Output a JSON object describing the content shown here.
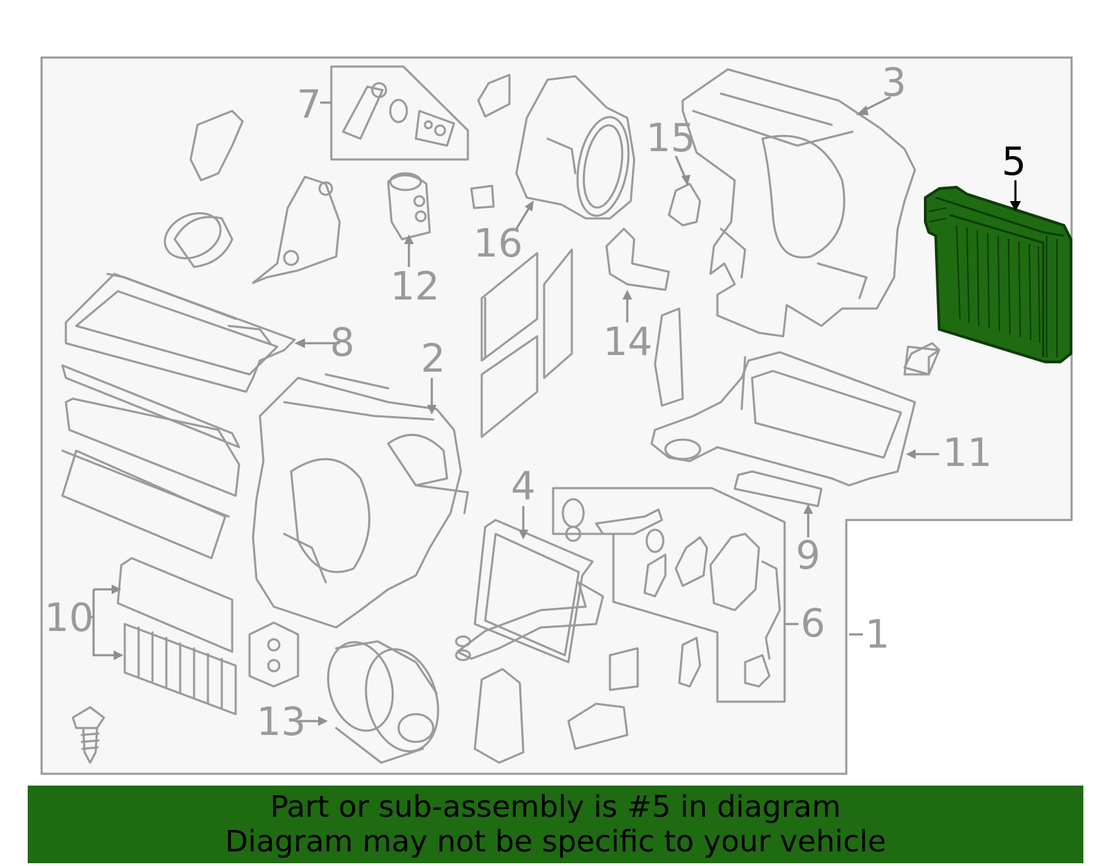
{
  "callouts": {
    "c1": "1",
    "c2": "2",
    "c3": "3",
    "c4": "4",
    "c5": "5",
    "c6": "6",
    "c7": "7",
    "c8": "8",
    "c9": "9",
    "c10": "10",
    "c11": "11",
    "c12": "12",
    "c13": "13",
    "c14": "14",
    "c15": "15",
    "c16": "16"
  },
  "highlight": {
    "part": "5",
    "color": "#1f6b12"
  },
  "banner": {
    "line1": "Part or sub-assembly is #5 in diagram",
    "line2": "Diagram may not be specific to your vehicle"
  }
}
